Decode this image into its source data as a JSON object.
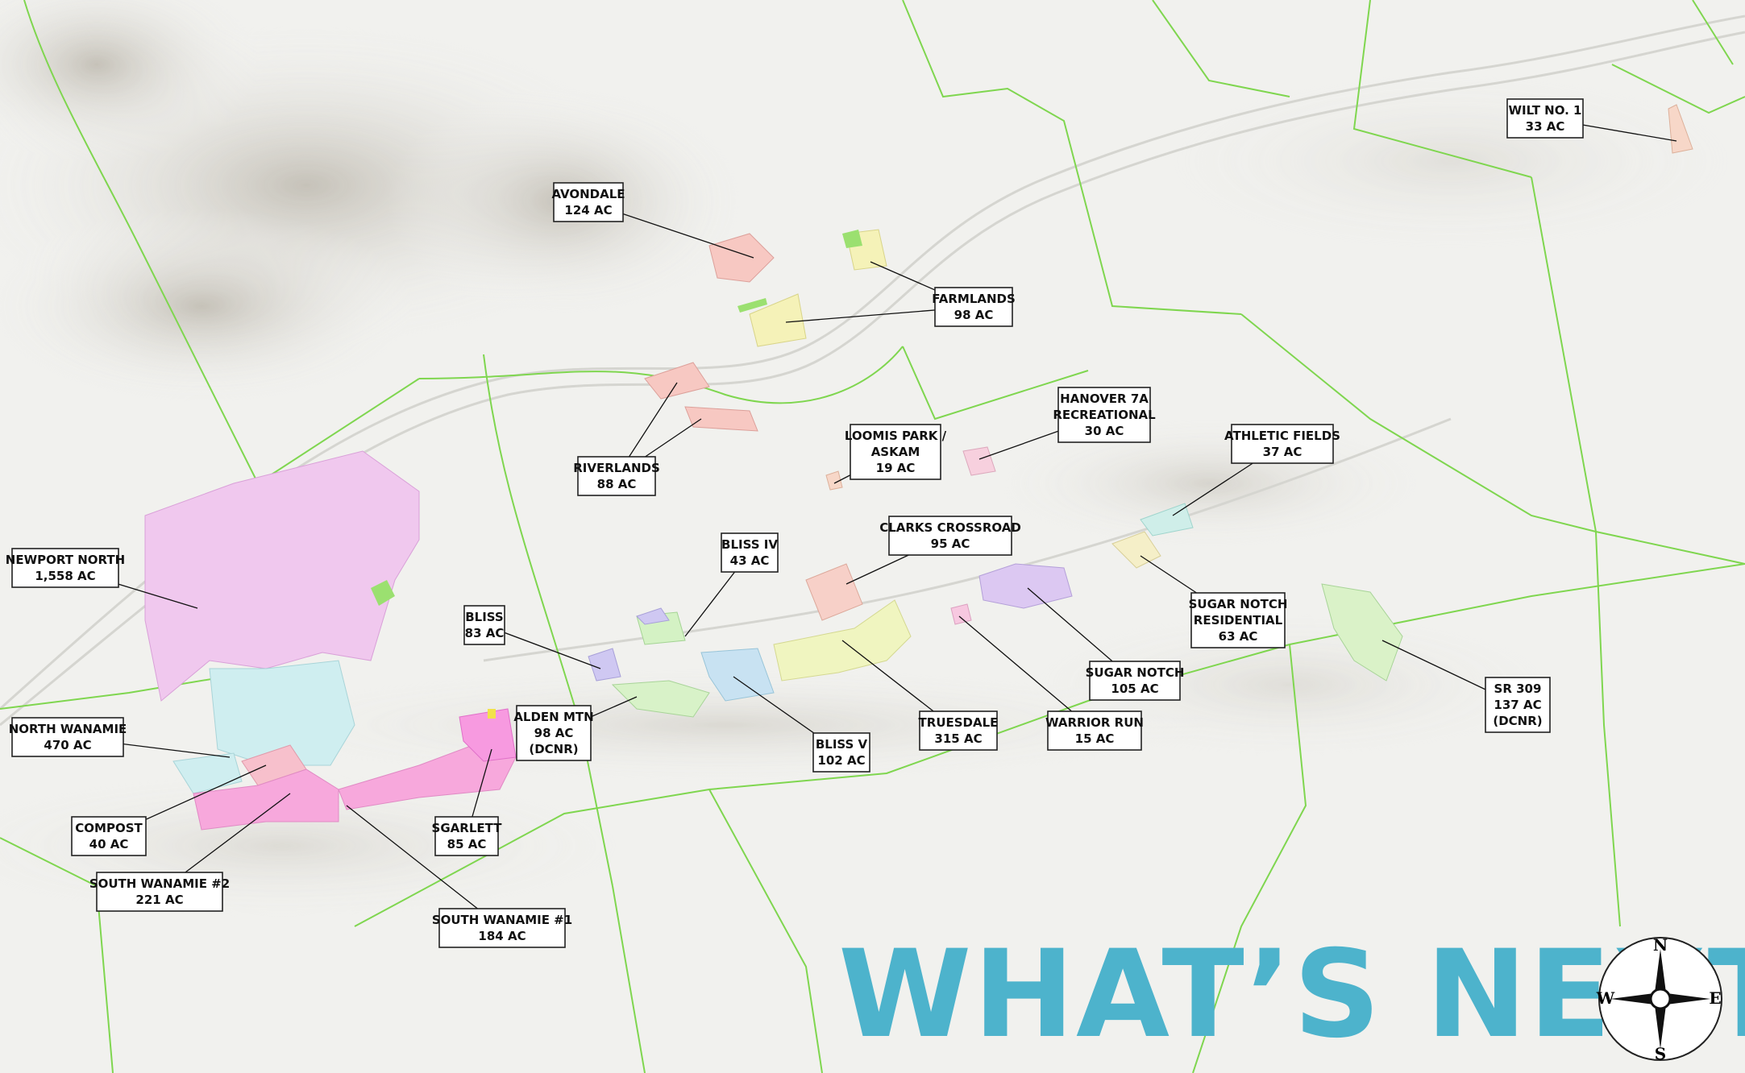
{
  "title": "WHAT’S NEXT",
  "compass": {
    "n": "N",
    "s": "S",
    "e": "E",
    "w": "W"
  },
  "colors": {
    "title": "#4db3cc",
    "boundary": "#7fd64f"
  },
  "labels": [
    {
      "name": "AVONDALE",
      "area": "124 AC",
      "color": "#f7c8c2"
    },
    {
      "name": "FARMLANDS",
      "area": "98 AC",
      "color": "#f5f2b8"
    },
    {
      "name": "WILT NO. 1",
      "area": "33 AC",
      "color": "#f7d7c8"
    },
    {
      "name": "HANOVER 7A",
      "extra": "RECREATIONAL",
      "area": "30 AC",
      "color": "#f7d0de"
    },
    {
      "name": "LOOMIS PARK /",
      "extra": "ASKAM",
      "area": "19 AC",
      "color": "#f7d7c8"
    },
    {
      "name": "RIVERLANDS",
      "area": "88 AC",
      "color": "#f7c8c2"
    },
    {
      "name": "ATHLETIC FIELDS",
      "area": "37 AC",
      "color": "#cfeee9"
    },
    {
      "name": "CLARKS CROSSROAD",
      "area": "95 AC",
      "color": "#f7d0c8"
    },
    {
      "name": "BLISS IV",
      "area": "43 AC",
      "color": "#d4f2c4"
    },
    {
      "name": "NEWPORT NORTH",
      "area": "1,558 AC",
      "color": "#f0c8ee"
    },
    {
      "name": "BLISS",
      "area": "83 AC",
      "color": "#cfc8f2"
    },
    {
      "name": "SUGAR NOTCH",
      "extra": "RESIDENTIAL",
      "area": "63 AC",
      "color": "#f5efc8"
    },
    {
      "name": "SUGAR NOTCH",
      "area": "105 AC",
      "color": "#dcc8f2"
    },
    {
      "name": "SR 309",
      "area": "137 AC",
      "extra2": "(DCNR)",
      "color": "#daf2c8"
    },
    {
      "name": "NORTH WANAMIE",
      "area": "470 AC",
      "color": "#cfeef0"
    },
    {
      "name": "ALDEN MTN",
      "area": "98 AC",
      "extra2": "(DCNR)",
      "color": "#d8f2c8"
    },
    {
      "name": "TRUESDALE",
      "area": "315 AC",
      "color": "#f0f5c0"
    },
    {
      "name": "WARRIOR RUN",
      "area": "15 AC",
      "color": "#f7c8e0"
    },
    {
      "name": "BLISS V",
      "area": "102 AC",
      "color": "#c8e2f2"
    },
    {
      "name": "COMPOST",
      "area": "40 AC",
      "color": "#f7c0cc"
    },
    {
      "name": "SGARLETT",
      "area": "85 AC",
      "color": "#f79ae0"
    },
    {
      "name": "SOUTH WANAMIE #2",
      "area": "221 AC",
      "color": "#f7a8dc"
    },
    {
      "name": "SOUTH WANAMIE #1",
      "area": "184 AC",
      "color": "#f7a8dc"
    }
  ]
}
